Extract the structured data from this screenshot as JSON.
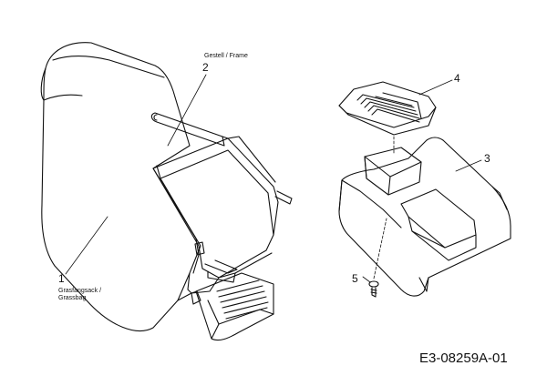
{
  "parts": [
    {
      "number": "1",
      "label_line1": "Grasfangsack /",
      "label_line2": "Grassbag"
    },
    {
      "number": "2",
      "label_line1": "Gestell /  Frame"
    },
    {
      "number": "3"
    },
    {
      "number": "4"
    },
    {
      "number": "5"
    }
  ],
  "drawing_code": "E3-08259A-01"
}
